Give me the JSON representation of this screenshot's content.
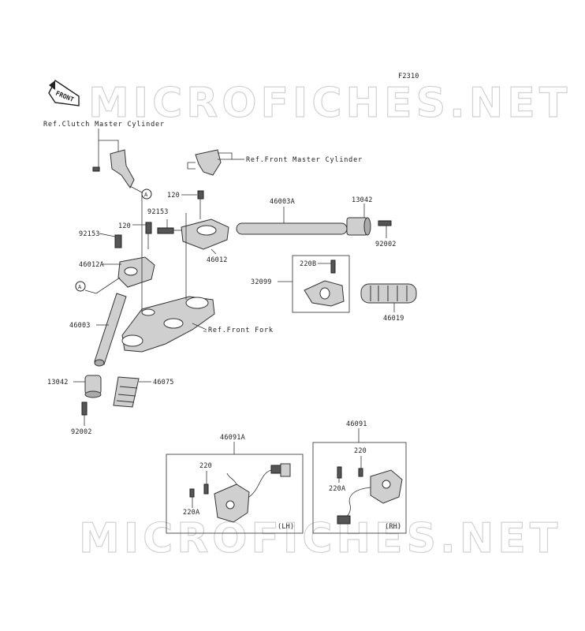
{
  "figure_code": "F2310",
  "watermark": "MICROFICHES.NET",
  "front_arrow": "FRONT",
  "circle_a": "A",
  "refs": {
    "clutch": "Ref.Clutch Master Cylinder",
    "front_master": "Ref.Front Master Cylinder",
    "front_fork": "Ref.Front Fork"
  },
  "labels": {
    "p120_top": "120",
    "p92153_upper": "92153",
    "p46003A": "46003A",
    "p13042_right": "13042",
    "p120_left": "120",
    "p92153_left": "92153",
    "p92002_right": "92002",
    "p46012": "46012",
    "p46012A": "46012A",
    "p220B": "220B",
    "p32099": "32099",
    "p46019": "46019",
    "p46003": "46003",
    "p13042_left": "13042",
    "p46075": "46075",
    "p92002_left": "92002",
    "p46091A": "46091A",
    "p46091": "46091",
    "lh_220": "220",
    "lh_220A": "220A",
    "lh_tag": "(LH)",
    "rh_220": "220",
    "rh_220A": "220A",
    "rh_tag": "(RH)"
  }
}
